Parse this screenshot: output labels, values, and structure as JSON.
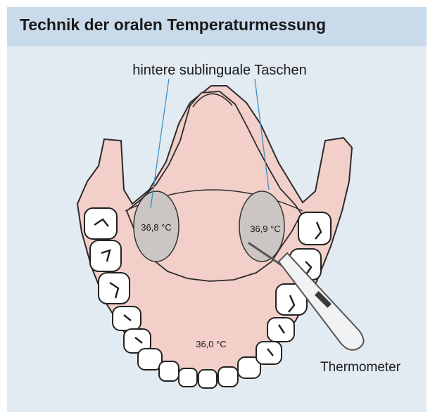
{
  "title": "Technik der oralen Temperaturmessung",
  "labels": {
    "pockets": "hintere sublinguale Taschen",
    "left_temp": "36,8 °C",
    "right_temp": "36,9 °C",
    "front_temp": "36,0 °C",
    "thermometer": "Thermometer"
  },
  "colors": {
    "background": "#e3ebf2",
    "title_band": "#c9dbea",
    "gum": "#f2cfc9",
    "pocket": "#cbc6c3",
    "pointer_line": "#3a8fc7"
  }
}
